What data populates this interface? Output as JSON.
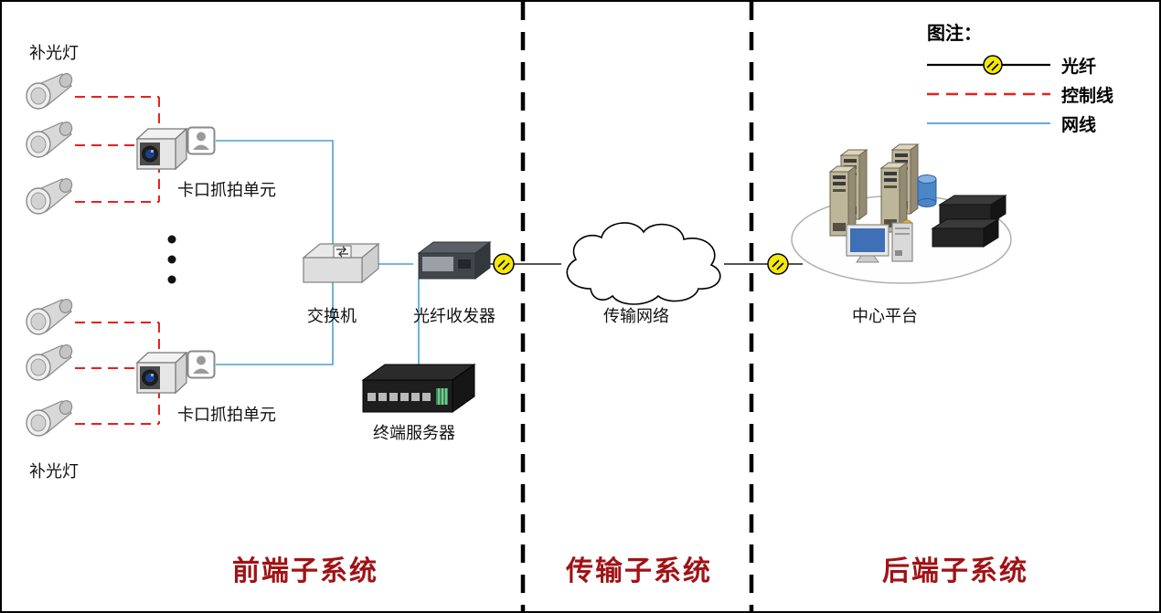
{
  "legend": {
    "title": "图注：",
    "items": [
      {
        "label": "光纤"
      },
      {
        "label": "控制线"
      },
      {
        "label": "网线"
      }
    ]
  },
  "nodes": {
    "fill_light_top": "补光灯",
    "fill_light_bottom": "补光灯",
    "capture_unit_top": "卡口抓拍单元",
    "capture_unit_bottom": "卡口抓拍单元",
    "switch": "交换机",
    "fiber_transceiver": "光纤收发器",
    "terminal_server": "终端服务器",
    "transmission_network": "传输网络",
    "central_platform": "中心平台"
  },
  "sections": {
    "frontend": "前端子系统",
    "transmission": "传输子系统",
    "backend": "后端子系统"
  },
  "colors": {
    "control_line": "#e8211d",
    "network_line": "#4aa0d5",
    "fiber_line": "#1a1a1a",
    "fiber_circle": "#f4e70a",
    "section_label": "#a01316"
  }
}
